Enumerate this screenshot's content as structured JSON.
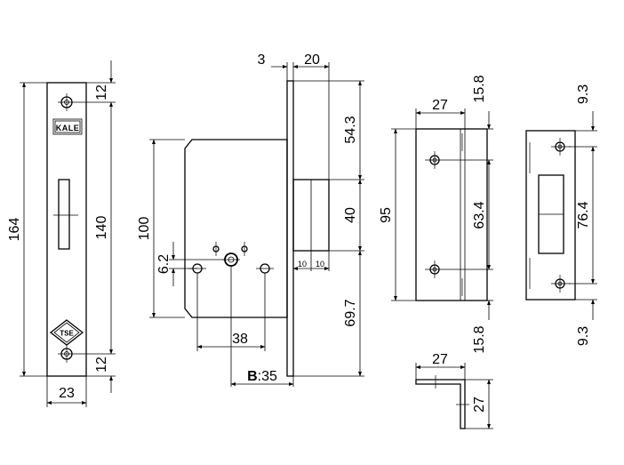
{
  "drawing": {
    "face_plate": {
      "brand": "KALE",
      "mark": "TSE",
      "dims": {
        "height": "164",
        "hole_pitch": "140",
        "top_offset": "12",
        "bottom_offset": "12",
        "width": "23"
      }
    },
    "lock_body": {
      "dims": {
        "plate_thickness": "3",
        "bolt_throw": "20",
        "top_to_bolt": "54.3",
        "bolt_height": "40",
        "bolt_to_bottom": "69.7",
        "bolt_part_a": "10",
        "bolt_part_b": "10",
        "height": "100",
        "hole_offset": "6.2",
        "hole_spacing": "38",
        "backset_prefix": "B",
        "backset_value": ":35"
      }
    },
    "strike_plate": {
      "dims": {
        "top_margin": "15.8",
        "depth": "27",
        "height": "95",
        "hole_pitch": "63.4",
        "bottom_margin": "15.8"
      }
    },
    "strike_front": {
      "dims": {
        "top_margin": "9.3",
        "hole_pitch": "76.4",
        "bottom_margin": "9.3"
      }
    },
    "angle_bracket": {
      "dims": {
        "width": "27",
        "height": "27"
      }
    }
  }
}
